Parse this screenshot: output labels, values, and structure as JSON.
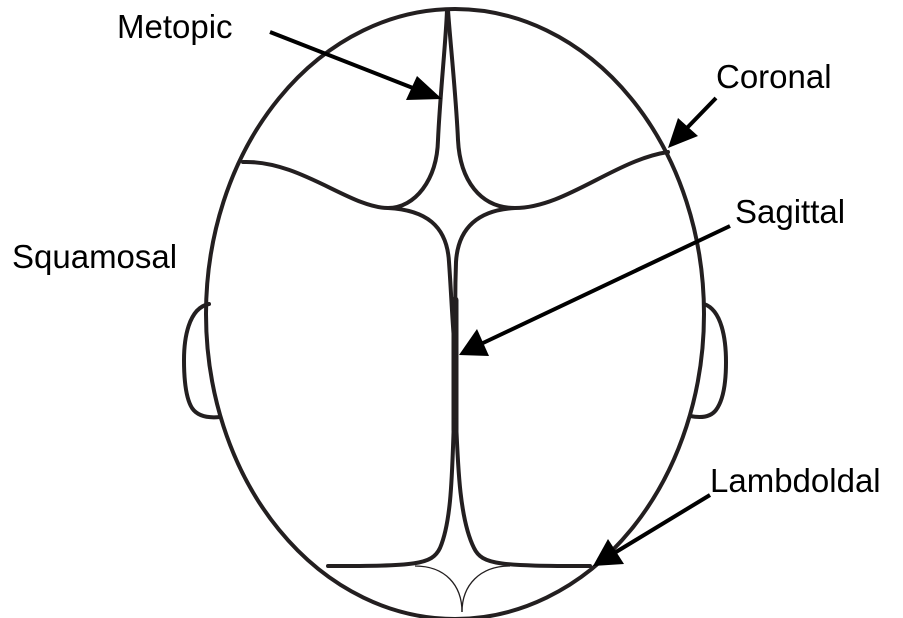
{
  "labels": {
    "metopic": "Metopic",
    "coronal": "Coronal",
    "sagittal": "Sagittal",
    "squamosal": "Squamosal",
    "lambdoidal": "Lambdoldal"
  },
  "colors": {
    "stroke": "#231f20",
    "arrow": "#000000",
    "background": "#ffffff"
  }
}
